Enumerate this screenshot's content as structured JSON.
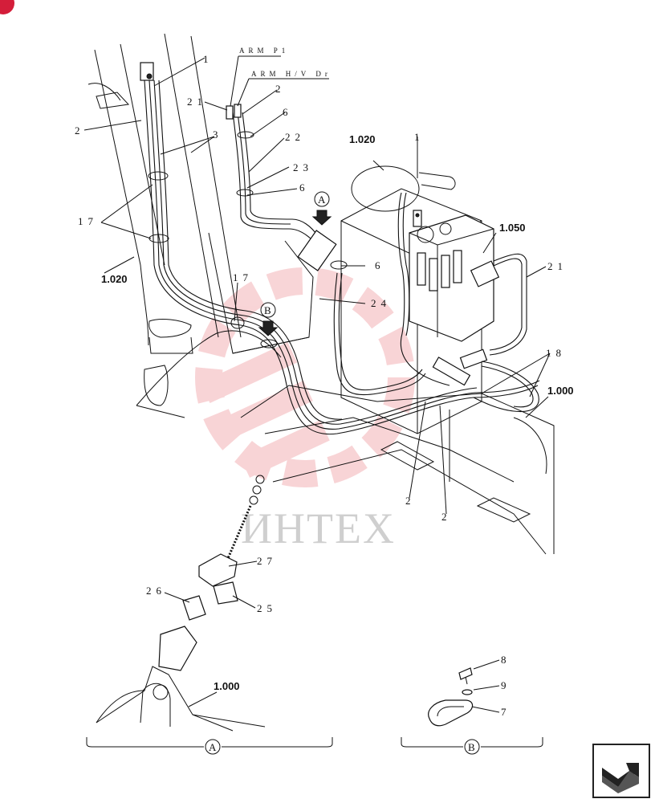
{
  "callouts": {
    "arm_p1": "ARM P1",
    "arm_hv_dr": "ARM H/V Dr",
    "item_1_top": "1",
    "item_1_right": "1",
    "item_2_left": "2",
    "item_2_mid": "2",
    "item_2_bottom_a": "2",
    "item_2_bottom_b": "2",
    "item_3": "3",
    "item_6_a": "6",
    "item_6_b": "6",
    "item_6_c": "6",
    "item_7": "7",
    "item_8": "8",
    "item_9": "9",
    "item_17_left": "17",
    "item_17_mid": "17",
    "item_18": "18",
    "item_21_left": "21",
    "item_21_right": "21",
    "item_22": "22",
    "item_23": "23",
    "item_24": "24",
    "item_25": "25",
    "item_26": "26",
    "item_27": "27"
  },
  "references": {
    "ref_1020_top": "1.020",
    "ref_1020_left": "1.020",
    "ref_1050": "1.050",
    "ref_1000_right": "1.000",
    "ref_1000_bottom": "1.000"
  },
  "views": {
    "view_a": "A",
    "view_b": "B"
  },
  "watermark": {
    "text": "ИНТЕХ",
    "color": "#e0404a"
  },
  "icons": {
    "nav": "next-page-arrow-icon",
    "view_marker": "circled-letter-icon"
  }
}
